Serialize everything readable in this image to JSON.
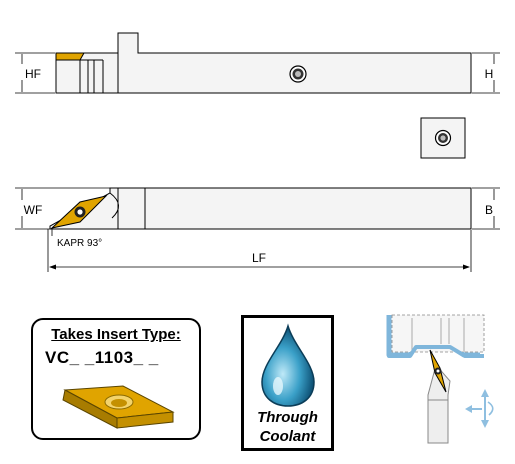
{
  "dimensions": {
    "hf": "HF",
    "h": "H",
    "wf": "WF",
    "b": "B",
    "lf": "LF",
    "kapr": "KAPR 93°"
  },
  "insert_panel": {
    "title": "Takes Insert Type:",
    "code": "VC_ _1103_ _"
  },
  "coolant_panel": {
    "line1": "Through",
    "line2": "Coolant"
  },
  "colors": {
    "body_fill": "#f4f4f4",
    "outline": "#000000",
    "insert_gold": "#e0a400",
    "insert_dark": "#8a6a00",
    "drop_blue": "#3aa0c8",
    "arrow_blue": "#8fbfe0"
  },
  "icons": [
    "coolant-drop-icon",
    "insert-icon",
    "screw-icon",
    "rotation-arrows-icon"
  ]
}
